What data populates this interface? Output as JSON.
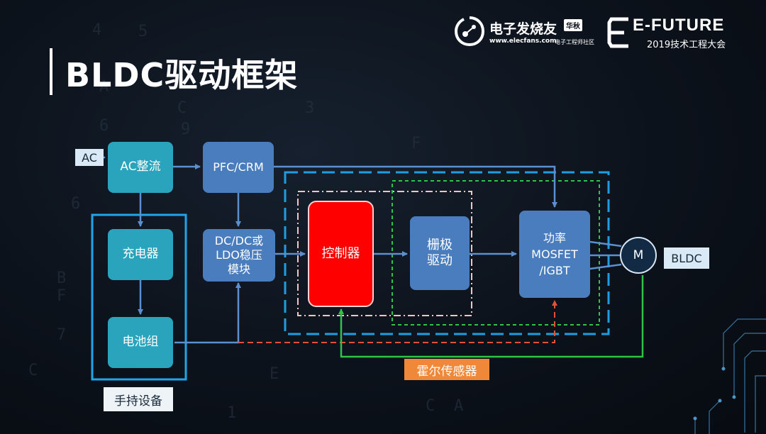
{
  "slide": {
    "title": "BLDC驱动框架"
  },
  "logos": {
    "left_name": "电子发烧友",
    "left_badge": "华秋",
    "left_url": "www.elecfans.com",
    "left_community": "电子工程师社区",
    "right_name": "E-FUTURE",
    "right_sub": "2019技术工程大会"
  },
  "diagram": {
    "ac_input": "AC",
    "ac_rectifier": "AC整流",
    "pfc": "PFC/CRM",
    "charger": "充电器",
    "battery": "电池组",
    "dcdc_line1": "DC/DC或",
    "dcdc_line2": "LDO稳压",
    "dcdc_line3": "模块",
    "controller": "控制器",
    "gate_line1": "栅极",
    "gate_line2": "驱动",
    "power_line1": "功率",
    "power_line2": "MOSFET",
    "power_line3": "/IGBT",
    "motor": "M",
    "bldc_label": "BLDC",
    "hall_sensor": "霍尔传感器",
    "handheld_device": "手持设备"
  },
  "colors": {
    "teal_block": "#2aa3bd",
    "blue_block": "#4a7dbd",
    "controller_red": "#ff0000",
    "hall_orange": "#f0883a",
    "dash_blue": "#1e9ee0",
    "dash_green": "#2fc34a",
    "dash_pink": "#f4c4c4",
    "feedback_red": "#e0503a",
    "feedback_green": "#2fc34a"
  }
}
